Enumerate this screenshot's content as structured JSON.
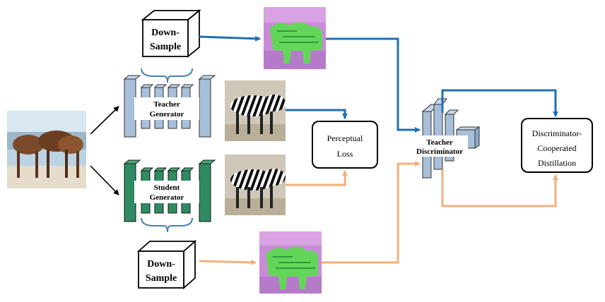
{
  "downsample_top": {
    "line1": "Down-",
    "line2": "Sample"
  },
  "downsample_bottom": {
    "line1": "Down-",
    "line2": "Sample"
  },
  "teacher_generator": {
    "line1": "Teacher",
    "line2": "Generator"
  },
  "student_generator": {
    "line1": "Student",
    "line2": "Generator"
  },
  "perceptual_loss": {
    "line1": "Perceptual",
    "line2": "Loss"
  },
  "teacher_discriminator": {
    "line1": "Teacher",
    "line2": "Discriminator"
  },
  "dcd": {
    "line1": "Discriminator-",
    "line2": "Cooperated",
    "line3": "Distillation"
  },
  "colors": {
    "teacher_block": "#a7bfd9",
    "student_block": "#2e8b62",
    "teacher_arrow": "#1f6fb5",
    "student_arrow": "#f2b07e"
  }
}
